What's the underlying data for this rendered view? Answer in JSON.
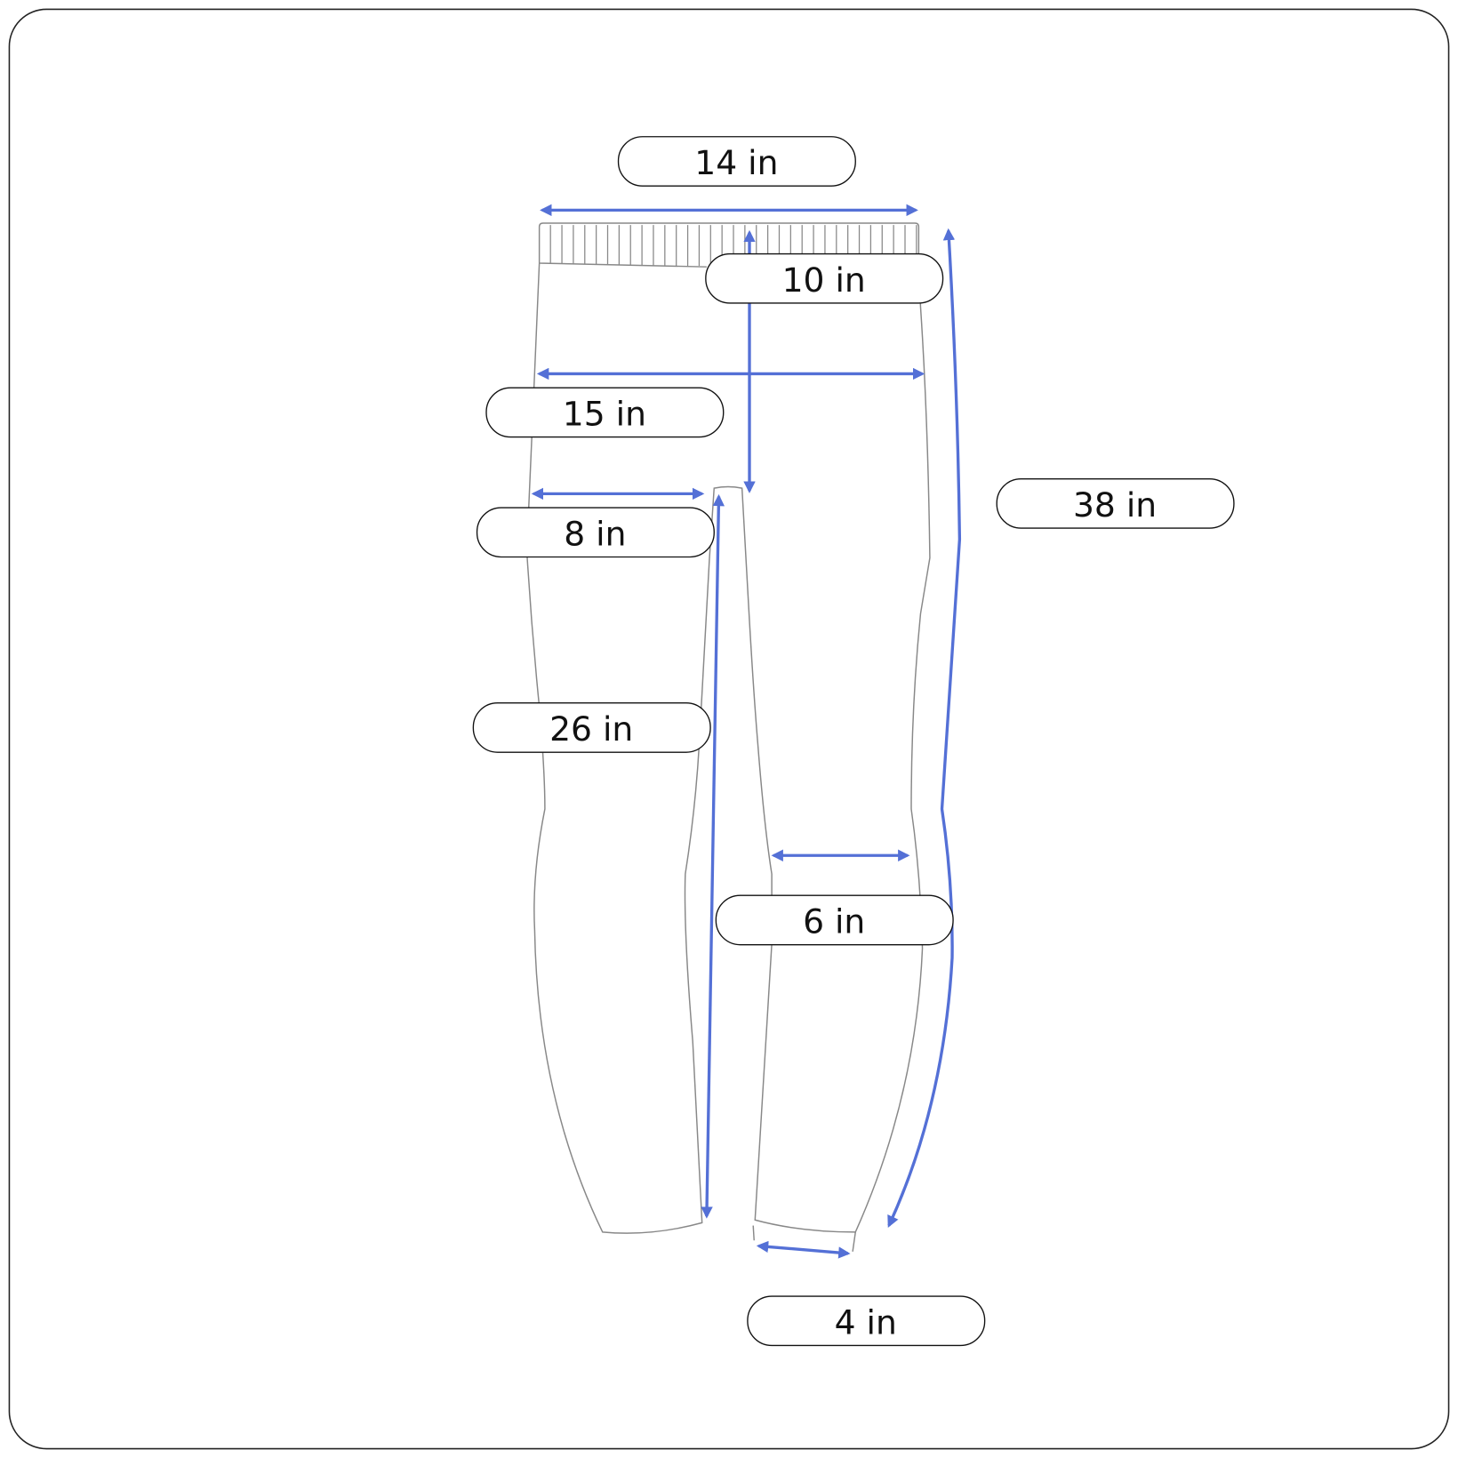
{
  "colors": {
    "arrow": "#5470d6",
    "outline": "#888888"
  },
  "measurements": {
    "waist": "14 in",
    "rise": "10 in",
    "hip": "15 in",
    "thigh": "8 in",
    "inseam": "26 in",
    "outseam": "38 in",
    "knee": "6 in",
    "leg_opening": "4 in"
  }
}
